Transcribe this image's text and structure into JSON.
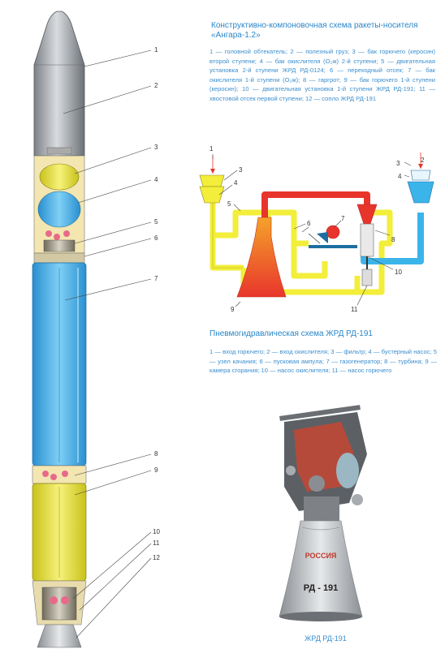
{
  "rocket_title": "Конструктивно-компоновочная схема ракеты-носителя «Ангара-1.2»",
  "rocket_legend": "1 — головной обтекатель; 2 — полезный груз; 3 — бак горючего (керосин) второй ступени; 4 — бак окислителя (O₂ж) 2-й ступени; 5 — двигательная установка 2-й ступени ЖРД РД-0124; 6 — переходный отсек; 7 — бак окислителя 1-й ступени (O₂ж); 8 — гаргрот; 9 — бак горючего 1-й ступени (керосин); 10 — двигательная установка 1-й ступени ЖРД РД-191; 11 — хвостовой отсек первой ступени; 12 — сопло ЖРД РД-191",
  "rocket_callouts": [
    "1",
    "2",
    "3",
    "4",
    "5",
    "6",
    "7",
    "8",
    "9",
    "10",
    "11",
    "12"
  ],
  "pneumo_title": "Пневмогидравлическая схема ЖРД РД-191",
  "pneumo_legend": "1 — вход горючего; 2 — вход окислителя; 3 — фильтр; 4 — бустерный насос; 5 — узел качания; 6 — пусковая ампула; 7 — газогенератор; 8 — турбина; 9 — камера сгорания; 10 — насос окислителя; 11 — насос горючего",
  "pneumo_callouts": [
    "1",
    "2",
    "3",
    "4",
    "5",
    "6",
    "7",
    "8",
    "9",
    "10",
    "11",
    "3",
    "4"
  ],
  "engine_label": "РД - 191",
  "engine_brand": "РОССИЯ",
  "photo_caption": "ЖРД РД-191",
  "colors": {
    "fuel_yellow": "#f2ee3a",
    "oxidizer_blue": "#3bb4ea",
    "hot_red": "#e8352c",
    "text_blue": "#3b8fd0"
  }
}
